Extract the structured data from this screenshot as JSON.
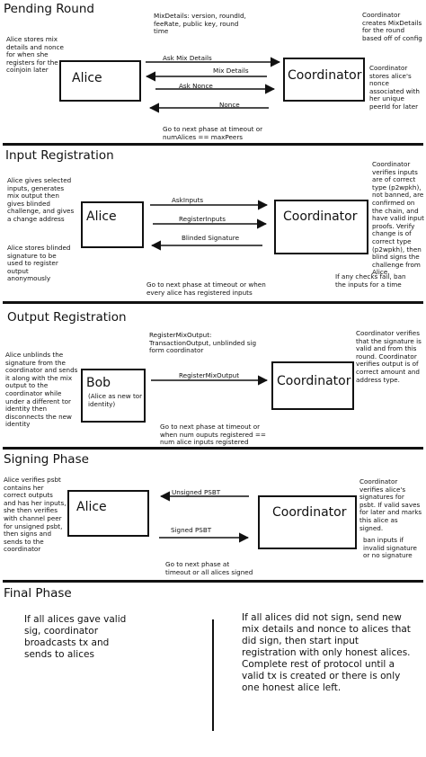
{
  "sections": {
    "pending": {
      "title": "Pending Round",
      "alice_note": "Alice stores mix details and nonce for when she registers for the coinjoin later",
      "mix_details_note": "MixDetails: version, roundId, feeRate, public key, round time",
      "coord_note_1": "Coordinator creates MixDetails for the round based off of config",
      "coord_note_2": "Coordinator stores alice's nonce associated with her unique peerId for later",
      "box_left": "Alice",
      "box_right": "Coordinator",
      "arrows": [
        "Ask Mix Details",
        "Mix Details",
        "Ask Nonce",
        "Nonce"
      ],
      "footer": "Go to next phase at timeout or numAlices == maxPeers"
    },
    "input": {
      "title": "Input Registration",
      "alice_note_1": "Alice gives selected inputs, generates mix output then gives blinded challenge, and gives a change address",
      "alice_note_2": "Alice stores blinded signature to be used to register output anonymously",
      "coord_note": "Coordinator verifies inputs are of correct type (p2wpkh), not banned, are confirmed on the chain, and have valid input proofs. Verify change is of correct type (p2wpkh), then blind signs the challenge from Alice.",
      "fail_note": "If any checks fail, ban the inputs for a time",
      "box_left": "Alice",
      "box_right": "Coordinator",
      "arrows": [
        "AskInputs",
        "RegisterInputs",
        "Blinded Signature"
      ],
      "footer": "Go to next phase at timeout or when every alice has registered inputs"
    },
    "output": {
      "title": "Output Registration",
      "alice_note": "Alice unblinds the signature from the coordinator and sends it along with the mix output to the coordinator while under a different tor identity then disconnects the new identity",
      "reg_note": "RegisterMixOutput: TransactionOutput, unblinded sig form coordinator",
      "coord_note": "Coordinator verifies that the signature is valid and from this round. Coordinator verifies output is of correct amount and address type.",
      "box_left": "Bob",
      "box_left_sub": "(Alice as new tor identity)",
      "box_right": "Coordinator",
      "arrows": [
        "RegisterMixOutput"
      ],
      "footer": "Go to next phase at timeout or when num ouputs registered == num alice inputs registered"
    },
    "signing": {
      "title": "Signing Phase",
      "alice_note": "Alice verifies psbt contains her correct outputs and has her inputs, she then verifies with channel peer for unsigned psbt, then signs and sends to the coordinator",
      "coord_note": "Coordinator verifies alice's signatures for psbt. If valid saves for later and marks this alice as signed.",
      "ban_note": "ban inputs if invalid signature or no signature",
      "box_left": "Alice",
      "box_right": "Coordinator",
      "arrows": [
        "Unsigned PSBT",
        "Signed PSBT"
      ],
      "footer": "Go to next phase at timeout or all alices signed"
    },
    "final": {
      "title": "Final Phase",
      "left_text": "If all alices gave valid sig, coordinator broadcasts tx and sends to alices",
      "right_text": "If all alices did not sign, send new mix details and nonce to alices that did sign, then start input registration with only honest alices. Complete rest of protocol until a valid tx is created or there is only one honest alice left."
    }
  }
}
